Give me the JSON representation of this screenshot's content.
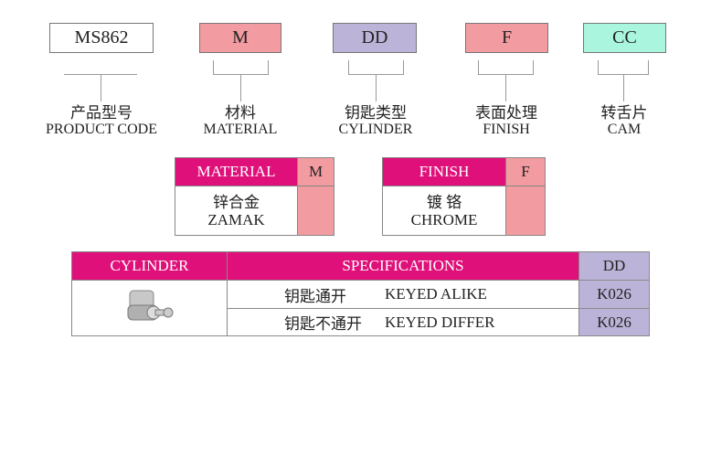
{
  "codes": [
    {
      "value": "MS862",
      "cn": "产品型号",
      "en": "PRODUCT CODE",
      "color": "#ffffff"
    },
    {
      "value": "M",
      "cn": "材料",
      "en": "MATERIAL",
      "color": "#f29ba0"
    },
    {
      "value": "DD",
      "cn": "钥匙类型",
      "en": "CYLINDER",
      "color": "#bcb4d8"
    },
    {
      "value": "F",
      "cn": "表面处理",
      "en": "FINISH",
      "color": "#f29ba0"
    },
    {
      "value": "CC",
      "cn": "转舌片",
      "en": "CAM",
      "color": "#aaf5dd"
    }
  ],
  "material": {
    "header": "MATERIAL",
    "code": "M",
    "cn": "锌合金",
    "en": "ZAMAK"
  },
  "finish": {
    "header": "FINISH",
    "code": "F",
    "cn": "镀 铬",
    "en": "CHROME"
  },
  "cylinder": {
    "headers": [
      "CYLINDER",
      "SPECIFICATIONS",
      "DD"
    ],
    "rows": [
      {
        "cn": "钥匙通开",
        "en": "KEYED ALIKE",
        "code": "K026"
      },
      {
        "cn": "钥匙不通开",
        "en": "KEYED DIFFER",
        "code": "K026"
      }
    ]
  }
}
